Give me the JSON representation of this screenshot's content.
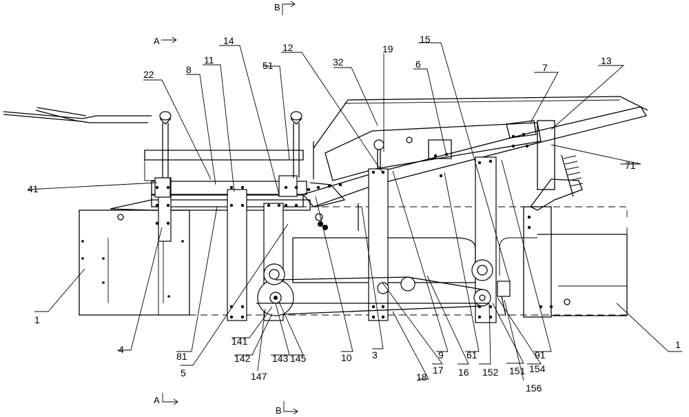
{
  "section_markers": {
    "a_top": "A",
    "a_bottom": "A",
    "b_top": "B",
    "b_bottom": "B"
  },
  "labels": {
    "l1_left": "1",
    "l1_right": "1",
    "l3": "3",
    "l4": "4",
    "l5": "5",
    "l6": "6",
    "l7": "7",
    "l8": "8",
    "l9": "9",
    "l10": "10",
    "l11": "11",
    "l12": "12",
    "l13": "13",
    "l14": "14",
    "l15": "15",
    "l16": "16",
    "l17": "17",
    "l18": "18",
    "l19": "19",
    "l22": "22",
    "l32": "32",
    "l41": "41",
    "l51": "51",
    "l61": "61",
    "l71": "71",
    "l81": "81",
    "l91": "91",
    "l141": "141",
    "l142": "142",
    "l143": "143",
    "l145": "145",
    "l147": "147",
    "l151": "151",
    "l152": "152",
    "l154": "154",
    "l156": "156"
  }
}
